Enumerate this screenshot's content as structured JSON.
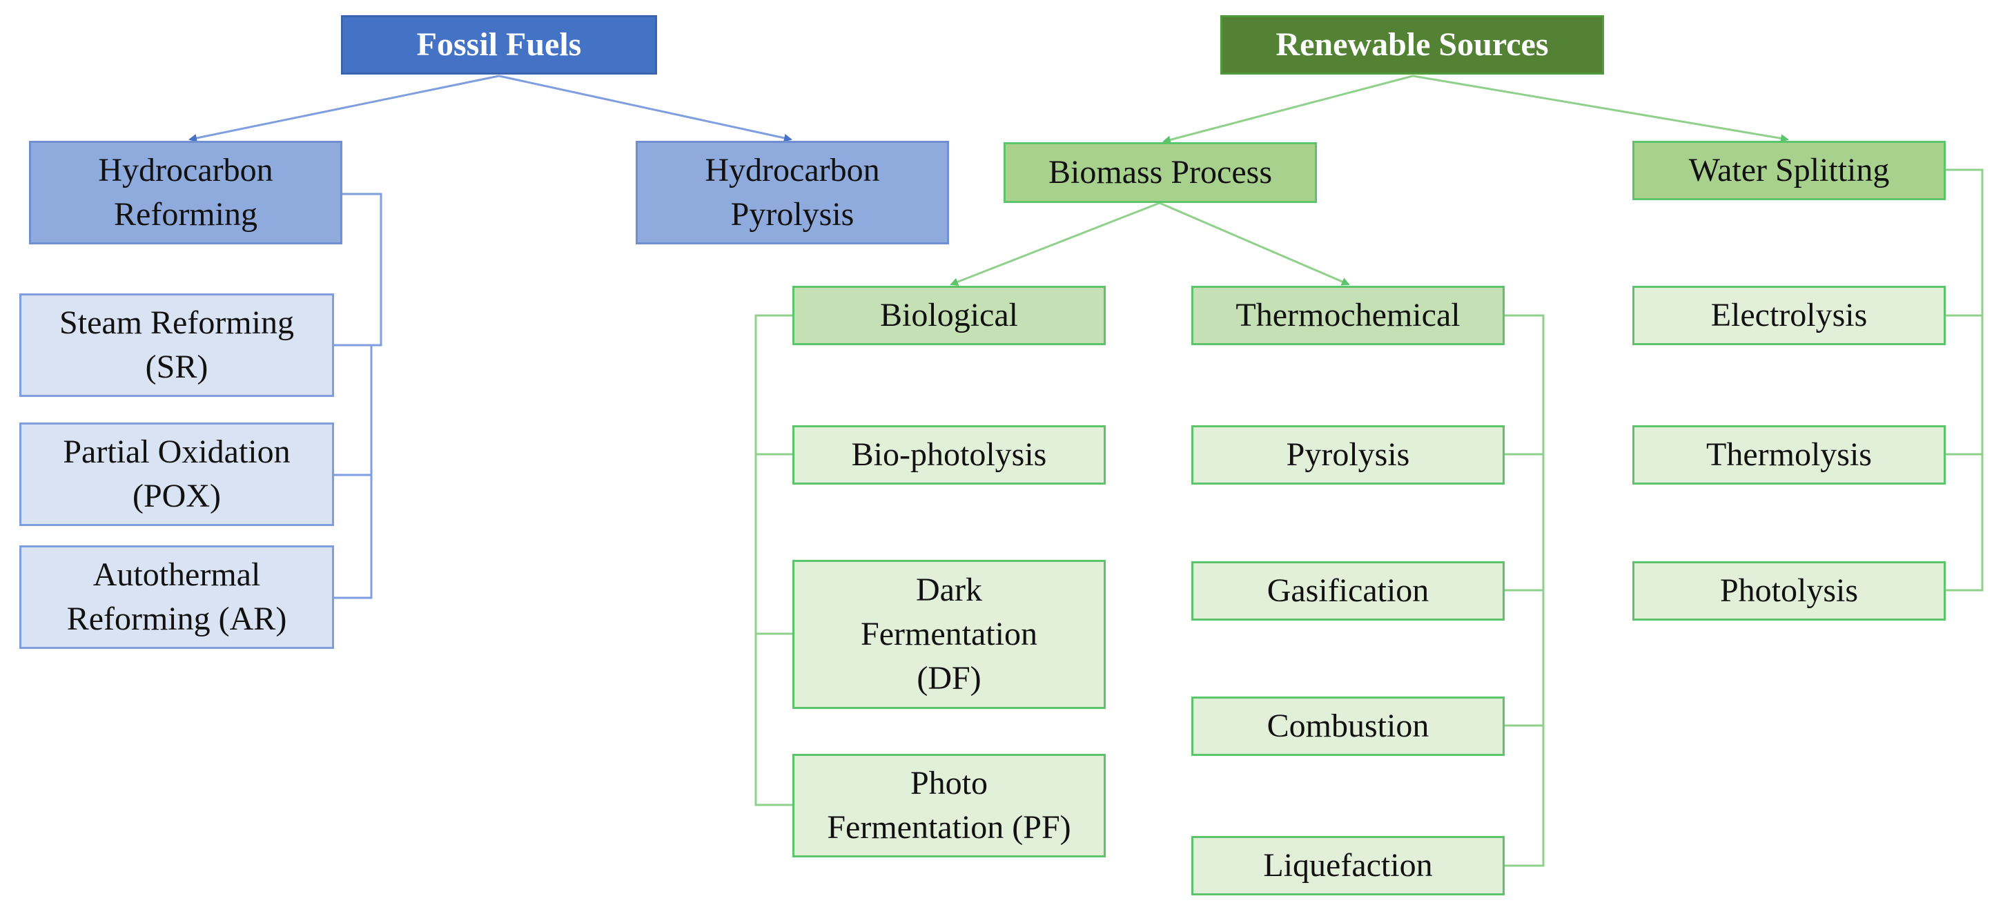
{
  "colors": {
    "fossil_root": "#4472c4",
    "fossil_mid": "#8faadc",
    "fossil_leaf": "#dae3f3",
    "fossil_line": "#7f9ee0",
    "renewable_root": "#548235",
    "renewable_mid": "#a9d18e",
    "renewable_sub": "#c5e0b4",
    "renewable_leaf": "#e2f0d9",
    "renewable_line": "#8fd18a"
  },
  "fossil": {
    "title": "Fossil Fuels",
    "reforming": {
      "label": "Hydrocarbon\nReforming",
      "children": [
        "Steam Reforming\n(SR)",
        "Partial Oxidation\n(POX)",
        "Autothermal\nReforming (AR)"
      ]
    },
    "pyrolysis": {
      "label": "Hydrocarbon\nPyrolysis"
    }
  },
  "renewable": {
    "title": "Renewable Sources",
    "biomass": {
      "label": "Biomass Process",
      "biological": {
        "label": "Biological",
        "children": [
          "Bio-photolysis",
          "Dark\nFermentation\n(DF)",
          "Photo\nFermentation (PF)"
        ]
      },
      "thermochemical": {
        "label": "Thermochemical",
        "children": [
          "Pyrolysis",
          "Gasification",
          "Combustion",
          "Liquefaction"
        ]
      }
    },
    "water": {
      "label": "Water Splitting",
      "children": [
        "Electrolysis",
        "Thermolysis",
        "Photolysis"
      ]
    }
  }
}
